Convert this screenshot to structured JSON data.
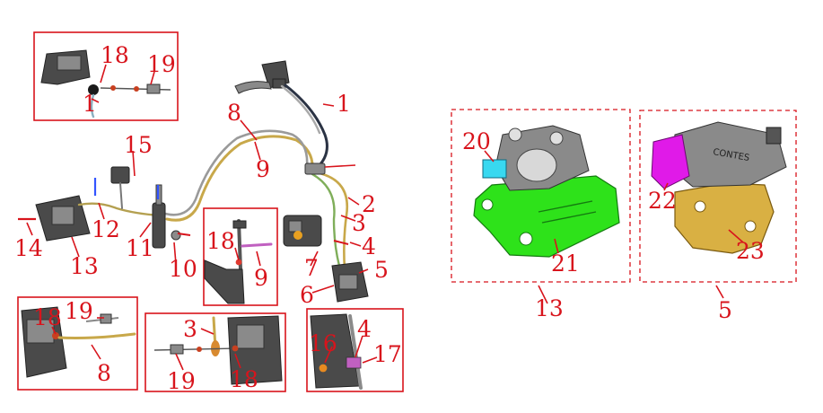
{
  "callouts": {
    "n1": "1",
    "n1b": "1",
    "n2": "2",
    "n3": "3",
    "n3b": "3",
    "n4": "4",
    "n4b": "4",
    "n5": "5",
    "n5b": "5",
    "n6": "6",
    "n7": "7",
    "n8": "8",
    "n8b": "8",
    "n9": "9",
    "n9b": "9",
    "n10": "10",
    "n11": "11",
    "n12": "12",
    "n13": "13",
    "n13b": "13",
    "n14": "14",
    "n15": "15",
    "n16": "16",
    "n17": "17",
    "n18a": "18",
    "n18b": "18",
    "n18c": "18",
    "n18d": "18",
    "n19a": "19",
    "n19b": "19",
    "n19c": "19",
    "n20": "20",
    "n21": "21",
    "n22": "22",
    "n23": "23"
  },
  "caliper_brand_text": "CONTES",
  "colors": {
    "callout": "#d8141c",
    "bracket_green": "#2ee21a",
    "bracket_gold": "#d9b043",
    "piston_cyan": "#38d8f0",
    "seal_magenta": "#e01ae8",
    "hose_gold": "#c8a84a"
  }
}
